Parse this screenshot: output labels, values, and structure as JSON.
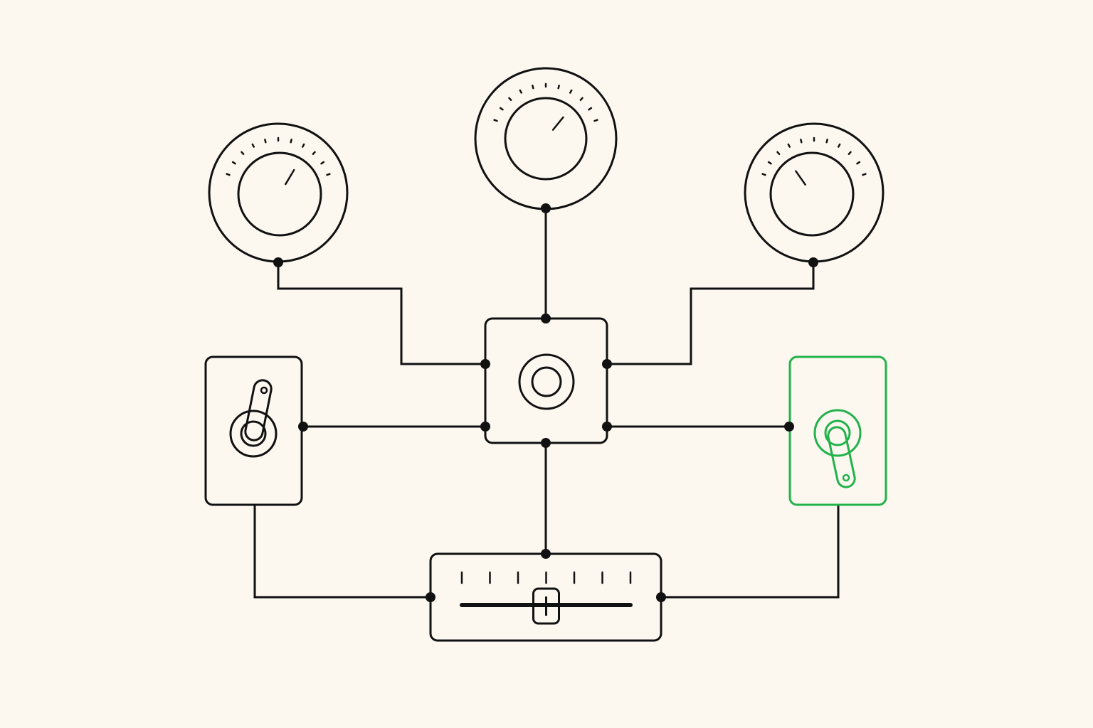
{
  "theme": {
    "background": "#fcf8ef",
    "stroke": "#111111",
    "active_color": "#22b24c"
  },
  "controls": {
    "dial_left": {
      "icon": "rotary-knob-icon",
      "level": 0.72
    },
    "dial_center": {
      "icon": "rotary-knob-icon",
      "level": 0.78
    },
    "dial_right": {
      "icon": "rotary-knob-icon",
      "level": 0.25
    },
    "hub": {
      "icon": "push-button-icon"
    },
    "toggle_left": {
      "icon": "toggle-switch-icon",
      "state": "up",
      "active": false
    },
    "toggle_right": {
      "icon": "toggle-switch-icon",
      "state": "down",
      "active": true
    },
    "slider": {
      "icon": "fader-slider-icon",
      "value": 0.5,
      "ticks": 7
    }
  }
}
